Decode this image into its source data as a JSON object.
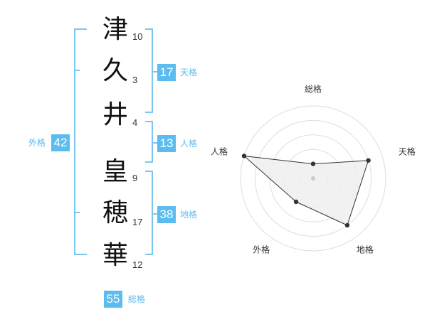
{
  "name_chars": [
    {
      "char": "津",
      "strokes": "10"
    },
    {
      "char": "久",
      "strokes": "3"
    },
    {
      "char": "井",
      "strokes": "4"
    },
    {
      "char": "皇",
      "strokes": "9"
    },
    {
      "char": "穂",
      "strokes": "17"
    },
    {
      "char": "華",
      "strokes": "12"
    }
  ],
  "kaku": {
    "tenkaku": {
      "value": "17",
      "label": "天格"
    },
    "jinkaku": {
      "value": "13",
      "label": "人格"
    },
    "chikaku": {
      "value": "38",
      "label": "地格"
    },
    "gaikaku": {
      "value": "42",
      "label": "外格"
    },
    "soukaku": {
      "value": "55",
      "label": "総格"
    }
  },
  "colors": {
    "accent": "#5bbcf0",
    "bracket": "#7cc6ee",
    "radar_fill": "#efefef"
  },
  "chart_data": {
    "type": "radar",
    "axes": [
      "総格",
      "天格",
      "地格",
      "外格",
      "人格"
    ],
    "values": [
      1,
      4,
      4,
      2,
      5
    ],
    "range": [
      0,
      5
    ],
    "grid": true
  }
}
